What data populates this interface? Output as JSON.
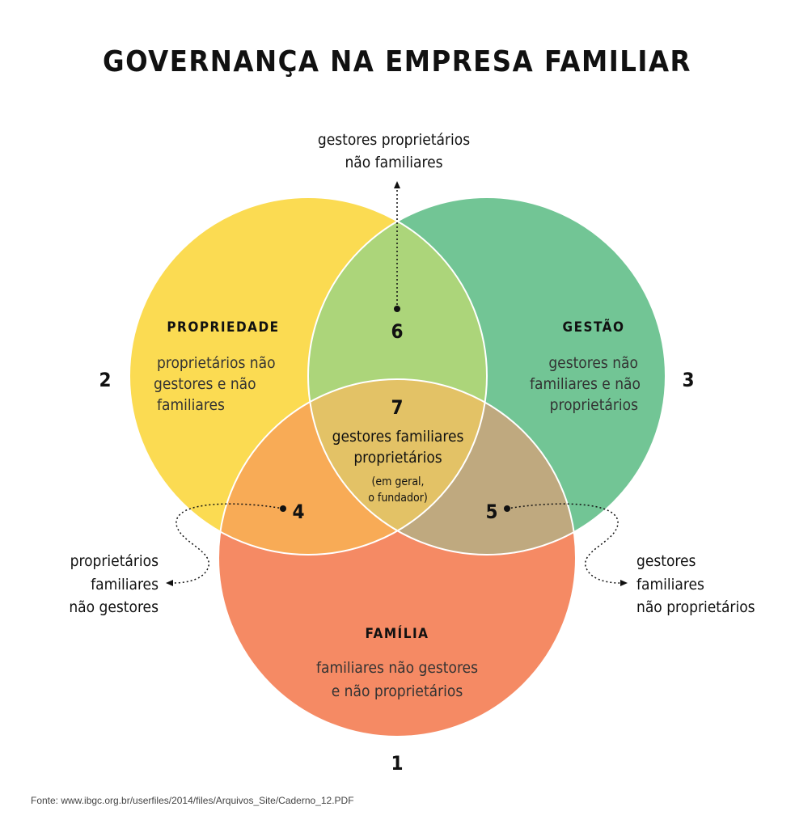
{
  "title": "GOVERNANÇA NA EMPRESA FAMILIAR",
  "colors": {
    "propriedade": "#fbdb52",
    "gestao": "#72c595",
    "familia": "#f58a64",
    "overlap_6": "#acd57a",
    "overlap_4": "#f8ab56",
    "overlap_5": "#bfa97f",
    "overlap_7": "#e3c266"
  },
  "circles": {
    "propriedade": {
      "number": "2",
      "label": "PROPRIEDADE",
      "description": [
        "proprietários não",
        "gestores e não",
        "familiares"
      ]
    },
    "gestao": {
      "number": "3",
      "label": "GESTÃO",
      "description": [
        "gestores não",
        "familiares e não",
        "proprietários"
      ]
    },
    "familia": {
      "number": "1",
      "label": "FAMÍLIA",
      "description": [
        "familiares não gestores",
        "e não proprietários"
      ]
    }
  },
  "overlaps": {
    "six": {
      "number": "6",
      "callout": [
        "gestores proprietários",
        "não familiares"
      ]
    },
    "four": {
      "number": "4",
      "callout": [
        "proprietários",
        "familiares",
        "não gestores"
      ]
    },
    "five": {
      "number": "5",
      "callout": [
        "gestores",
        "familiares",
        "não proprietários"
      ]
    },
    "seven": {
      "number": "7",
      "text": [
        "gestores familiares",
        "proprietários"
      ],
      "subtext": [
        "(em geral,",
        "o fundador)"
      ]
    }
  },
  "source": "Fonte: www.ibgc.org.br/userfiles/2014/files/Arquivos_Site/Caderno_12.PDF"
}
